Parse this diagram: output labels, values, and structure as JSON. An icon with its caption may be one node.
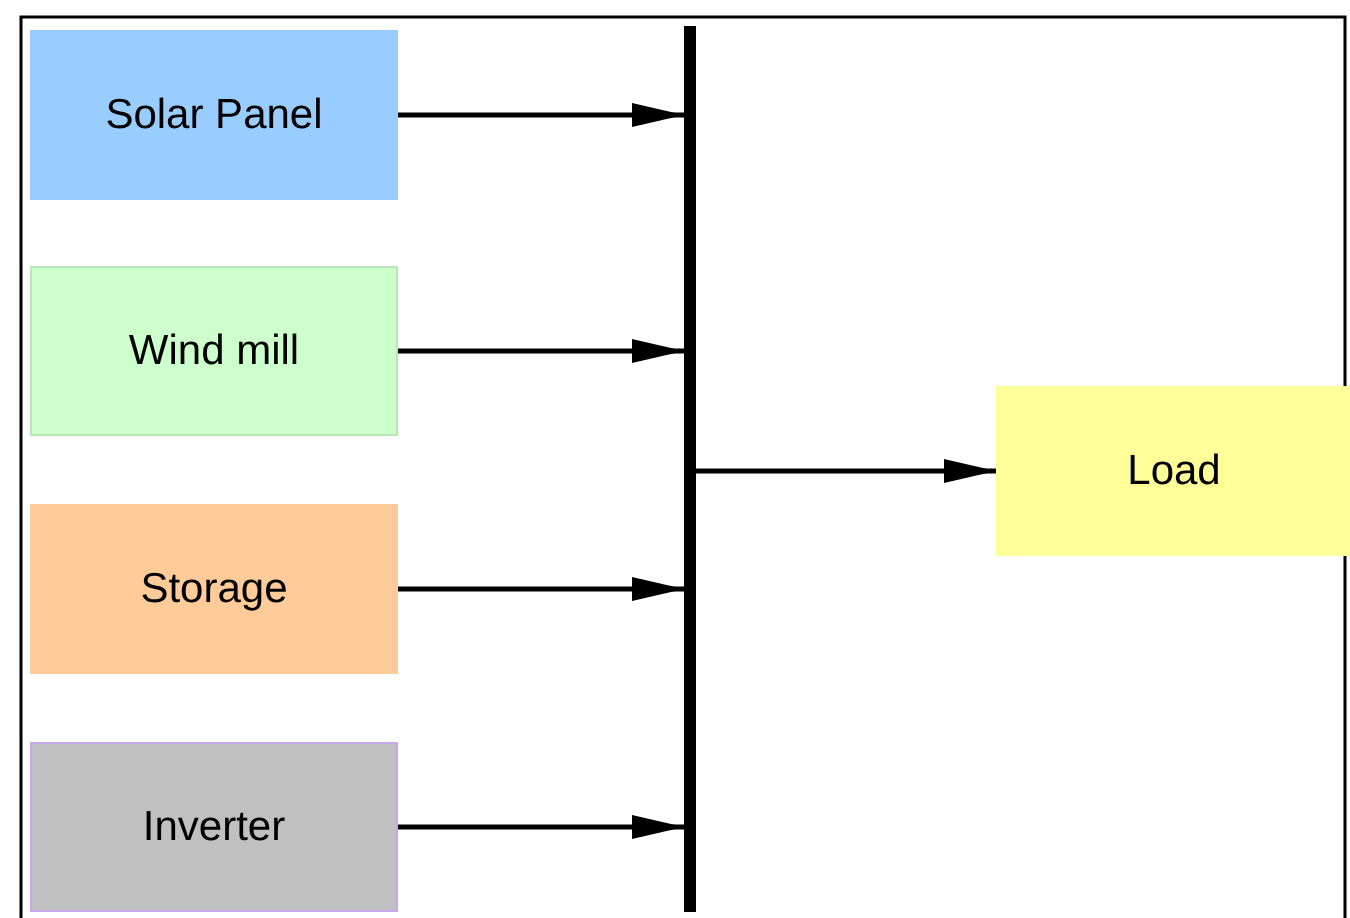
{
  "diagram": {
    "nodes": [
      {
        "text": [
          "Solar Panel"
        ]
      },
      {
        "text": [
          "Wind mill"
        ]
      },
      {
        "text": [
          "Storage"
        ]
      },
      {
        "text": [
          "Inverter"
        ]
      },
      {
        "text": [],
        "shape": "bar"
      },
      {
        "text": [
          "Load"
        ]
      }
    ],
    "edges": [
      {
        "from": 0,
        "to": 4,
        "arrow": "to"
      },
      {
        "from": 1,
        "to": 4,
        "arrow": "to"
      },
      {
        "from": 2,
        "to": 4,
        "arrow": "to"
      },
      {
        "from": 3,
        "to": 4,
        "arrow": "to"
      },
      {
        "from": 4,
        "to": 5,
        "arrow": "to"
      }
    ]
  }
}
